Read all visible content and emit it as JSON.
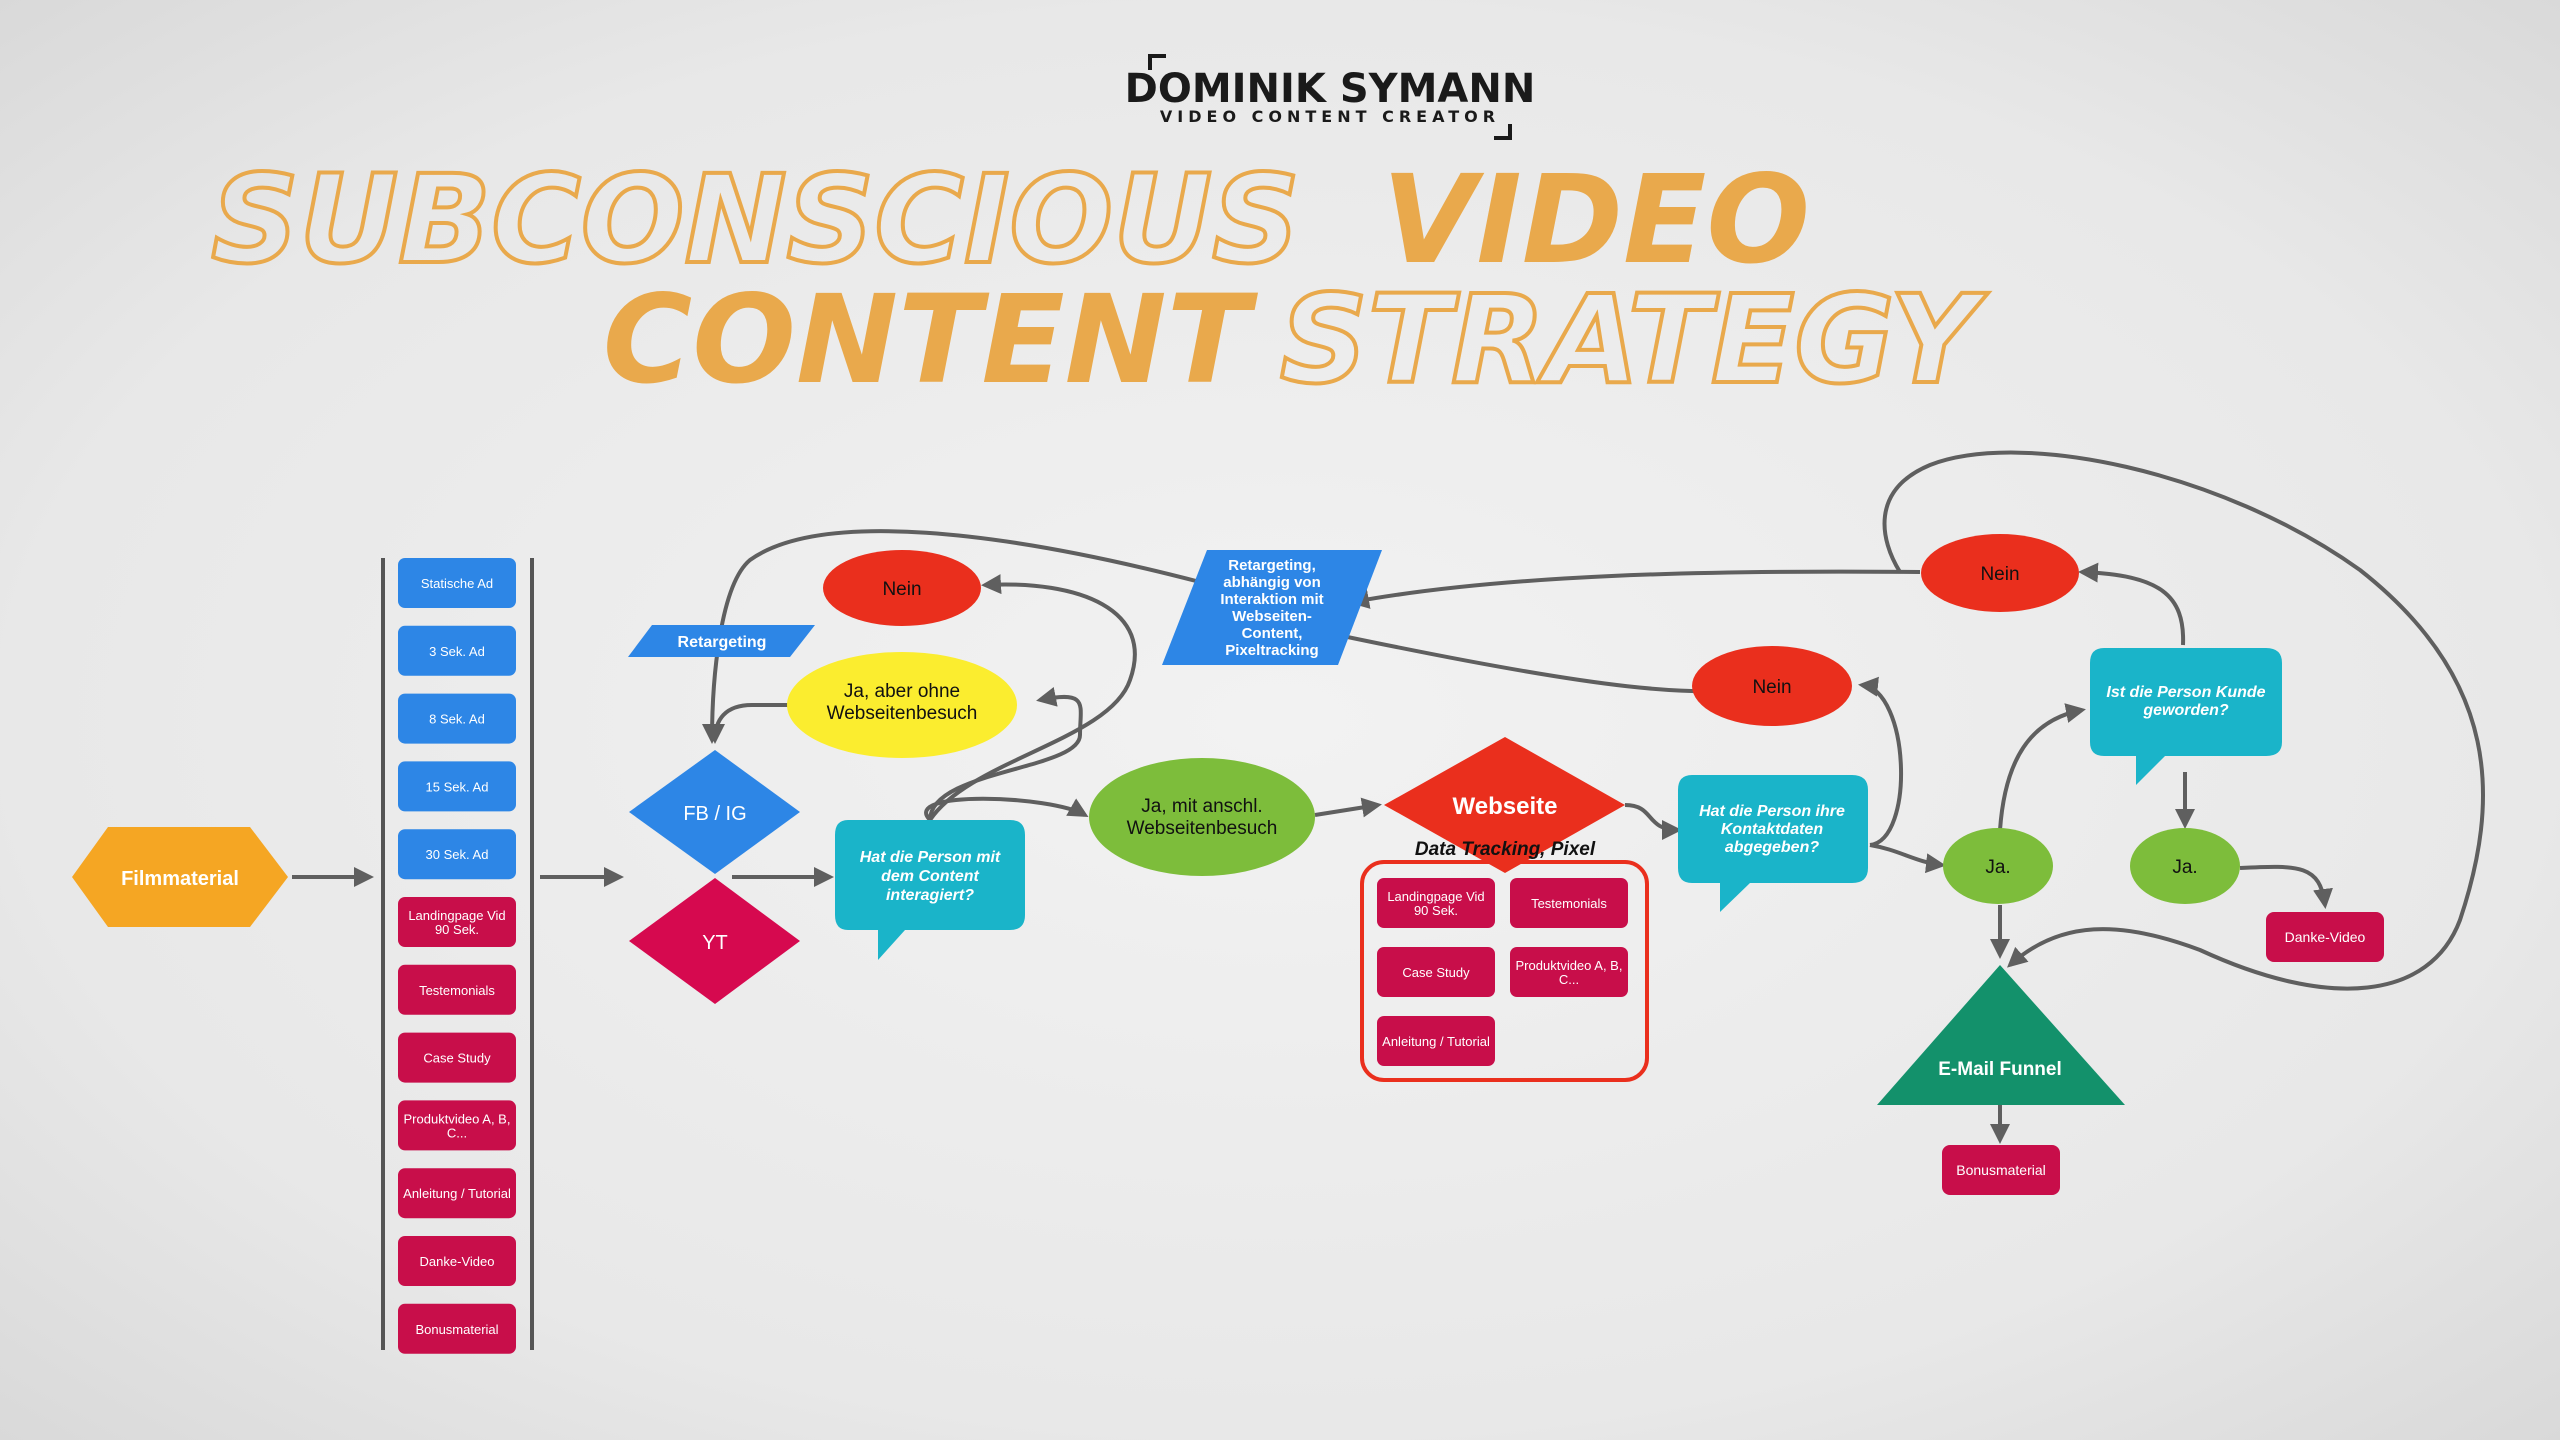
{
  "brand": {
    "name": "DOMINIK SYMANN",
    "subtitle": "VIDEO CONTENT CREATOR"
  },
  "title": {
    "word1": "SUBCONSCIOUS",
    "word2": "VIDEO",
    "word3": "CONTENT",
    "word4": "STRATEGY"
  },
  "colors": {
    "orange": "#f5a623",
    "blue": "#2d86e6",
    "magenta": "#d6094f",
    "crimson": "#c80e4a",
    "red": "#ea2f1d",
    "yellow": "#fbed2f",
    "green": "#7dbd3b",
    "teal": "#1ab4c9",
    "emerald": "#13916b",
    "title": "#e9a94c"
  },
  "nodes": {
    "filmmaterial": "Filmmaterial",
    "fbig": "FB / IG",
    "yt": "YT",
    "retargeting_small": "Retargeting",
    "nein_top_left": "Nein",
    "ja_ohne": [
      "Ja, aber ohne",
      "Webseitenbesuch"
    ],
    "interagiert": [
      "Hat die Person mit",
      "dem Content",
      "interagiert?"
    ],
    "ja_mit": [
      "Ja, mit anschl.",
      "Webseitenbesuch"
    ],
    "retargeting_big": [
      "Retargeting,",
      "abhängig von",
      "Interaktion mit",
      "Webseiten-",
      "Content,",
      "Pixeltracking"
    ],
    "webseite": "Webseite",
    "data_tracking": "Data Tracking, Pixel",
    "nein_middle": "Nein",
    "kontaktdaten": [
      "Hat die Person ihre",
      "Kontaktdaten",
      "abgegeben?"
    ],
    "ja_kontakt": "Ja.",
    "nein_right": "Nein",
    "kunde": [
      "Ist die Person Kunde",
      "geworden?"
    ],
    "ja_kunde": "Ja.",
    "danke_video": "Danke-Video",
    "email_funnel": "E-Mail Funnel",
    "bonusmaterial": "Bonusmaterial"
  },
  "ad_column": {
    "blue_items": [
      "Statische Ad",
      "3 Sek. Ad",
      "8 Sek. Ad",
      "15 Sek. Ad",
      "30 Sek. Ad"
    ],
    "magenta_items": [
      [
        "Landingpage Vid",
        "90 Sek."
      ],
      [
        "Testemonials"
      ],
      [
        "Case Study"
      ],
      [
        "Produktvideo A, B,",
        "C..."
      ],
      [
        "Anleitung / Tutorial"
      ],
      [
        "Danke-Video"
      ],
      [
        "Bonusmaterial"
      ]
    ]
  },
  "webseite_items": [
    [
      "Landingpage Vid",
      "90 Sek."
    ],
    [
      "Testemonials"
    ],
    [
      "Case Study"
    ],
    [
      "Produktvideo A, B,",
      "C..."
    ],
    [
      "Anleitung / Tutorial"
    ]
  ]
}
